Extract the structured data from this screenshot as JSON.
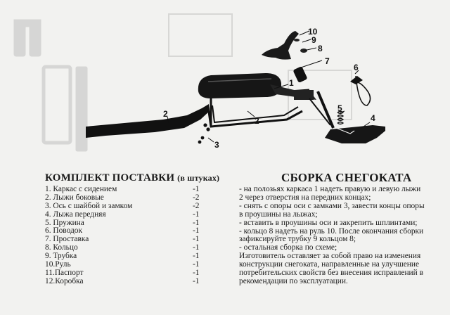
{
  "kit": {
    "title": "КОМПЛЕКТ ПОСТАВКИ",
    "title_suffix": "(в штуках)",
    "items": [
      {
        "label": "1. Каркас с сидением",
        "qty": "-1"
      },
      {
        "label": "2. Лыжи боковые",
        "qty": "-2"
      },
      {
        "label": "3. Ось с шайбой и замком",
        "qty": "-2"
      },
      {
        "label": "4. Лыжа передняя",
        "qty": "-1"
      },
      {
        "label": "5. Пружина",
        "qty": "-1"
      },
      {
        "label": "6. Поводок",
        "qty": "-1"
      },
      {
        "label": "7. Проставка",
        "qty": "-1"
      },
      {
        "label": "8. Кольцо",
        "qty": "-1"
      },
      {
        "label": "9. Трубка",
        "qty": "-1"
      },
      {
        "label": "10.Руль",
        "qty": "-1"
      },
      {
        "label": "11.Паспорт",
        "qty": "-1"
      },
      {
        "label": "12.Коробка",
        "qty": "-1"
      }
    ]
  },
  "assembly": {
    "title": "СБОРКА СНЕГОКАТА",
    "lines": [
      "- на полозьях каркаса 1 надеть правую и левую лыжи",
      "2 через отверстия на передних концах;",
      "- снять с опоры оси с замками 3, завести концы опоры",
      "в проушины на лыжах;",
      "- вставить в проушины оси и закрепить шплинтами;",
      "- кольцо 8 надеть на руль 10. После окончания сборки",
      "зафиксируйте трубку 9 кольцом 8;",
      "- остальная сборка по схеме;",
      "Изготовитель оставляет за собой право на изменения",
      "конструкции снегоката, направленные на улучшение",
      "потребительских свойств без внесения исправлений в",
      "рекомендации по эксплуатации."
    ]
  },
  "diagram": {
    "callouts": [
      "10",
      "9",
      "8",
      "7",
      "1",
      "6",
      "5",
      "4",
      "2",
      "2",
      "3"
    ]
  }
}
